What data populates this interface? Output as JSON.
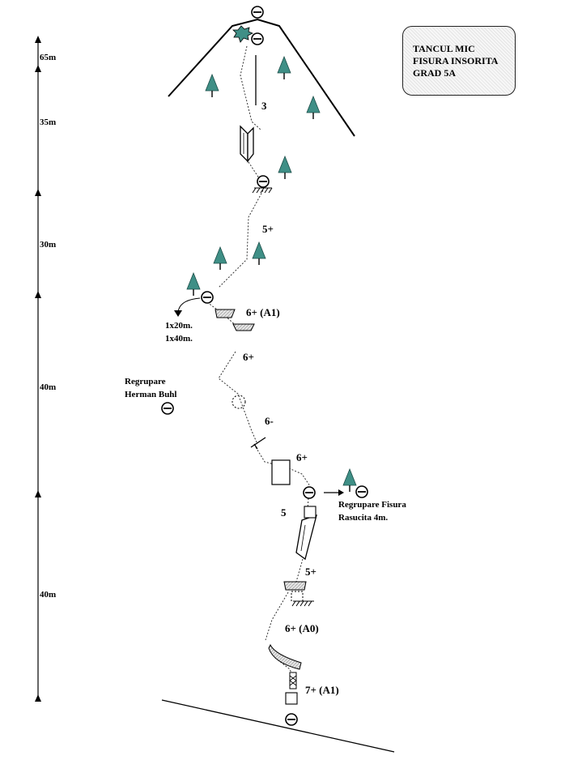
{
  "title": {
    "line1": "TANCUL MIC",
    "line2": "FISURA INSORITA",
    "line3": "GRAD 5A"
  },
  "pitch_lengths": [
    "65m",
    "35m",
    "30m",
    "40m",
    "40m"
  ],
  "grades": {
    "g3": "3",
    "g5p_upper": "5+",
    "g6p_a1": "6+ (A1)",
    "g6p_a": "6+",
    "g6m": "6-",
    "g6p_b": "6+",
    "g5": "5",
    "g5p_lower": "5+",
    "g6p_a0": "6+ (A0)",
    "g7p_a1": "7+ (A1)"
  },
  "rappel": {
    "line1": "1x20m.",
    "line2": "1x40m."
  },
  "belay_herman": {
    "line1": "Regrupare",
    "line2": "Herman Buhl"
  },
  "belay_fisura": {
    "line1": "Regrupare Fisura",
    "line2": "Rasucita 4m."
  },
  "colors": {
    "tree": "#3f8f86",
    "line": "#000000",
    "shade": "#c8c8c8"
  }
}
